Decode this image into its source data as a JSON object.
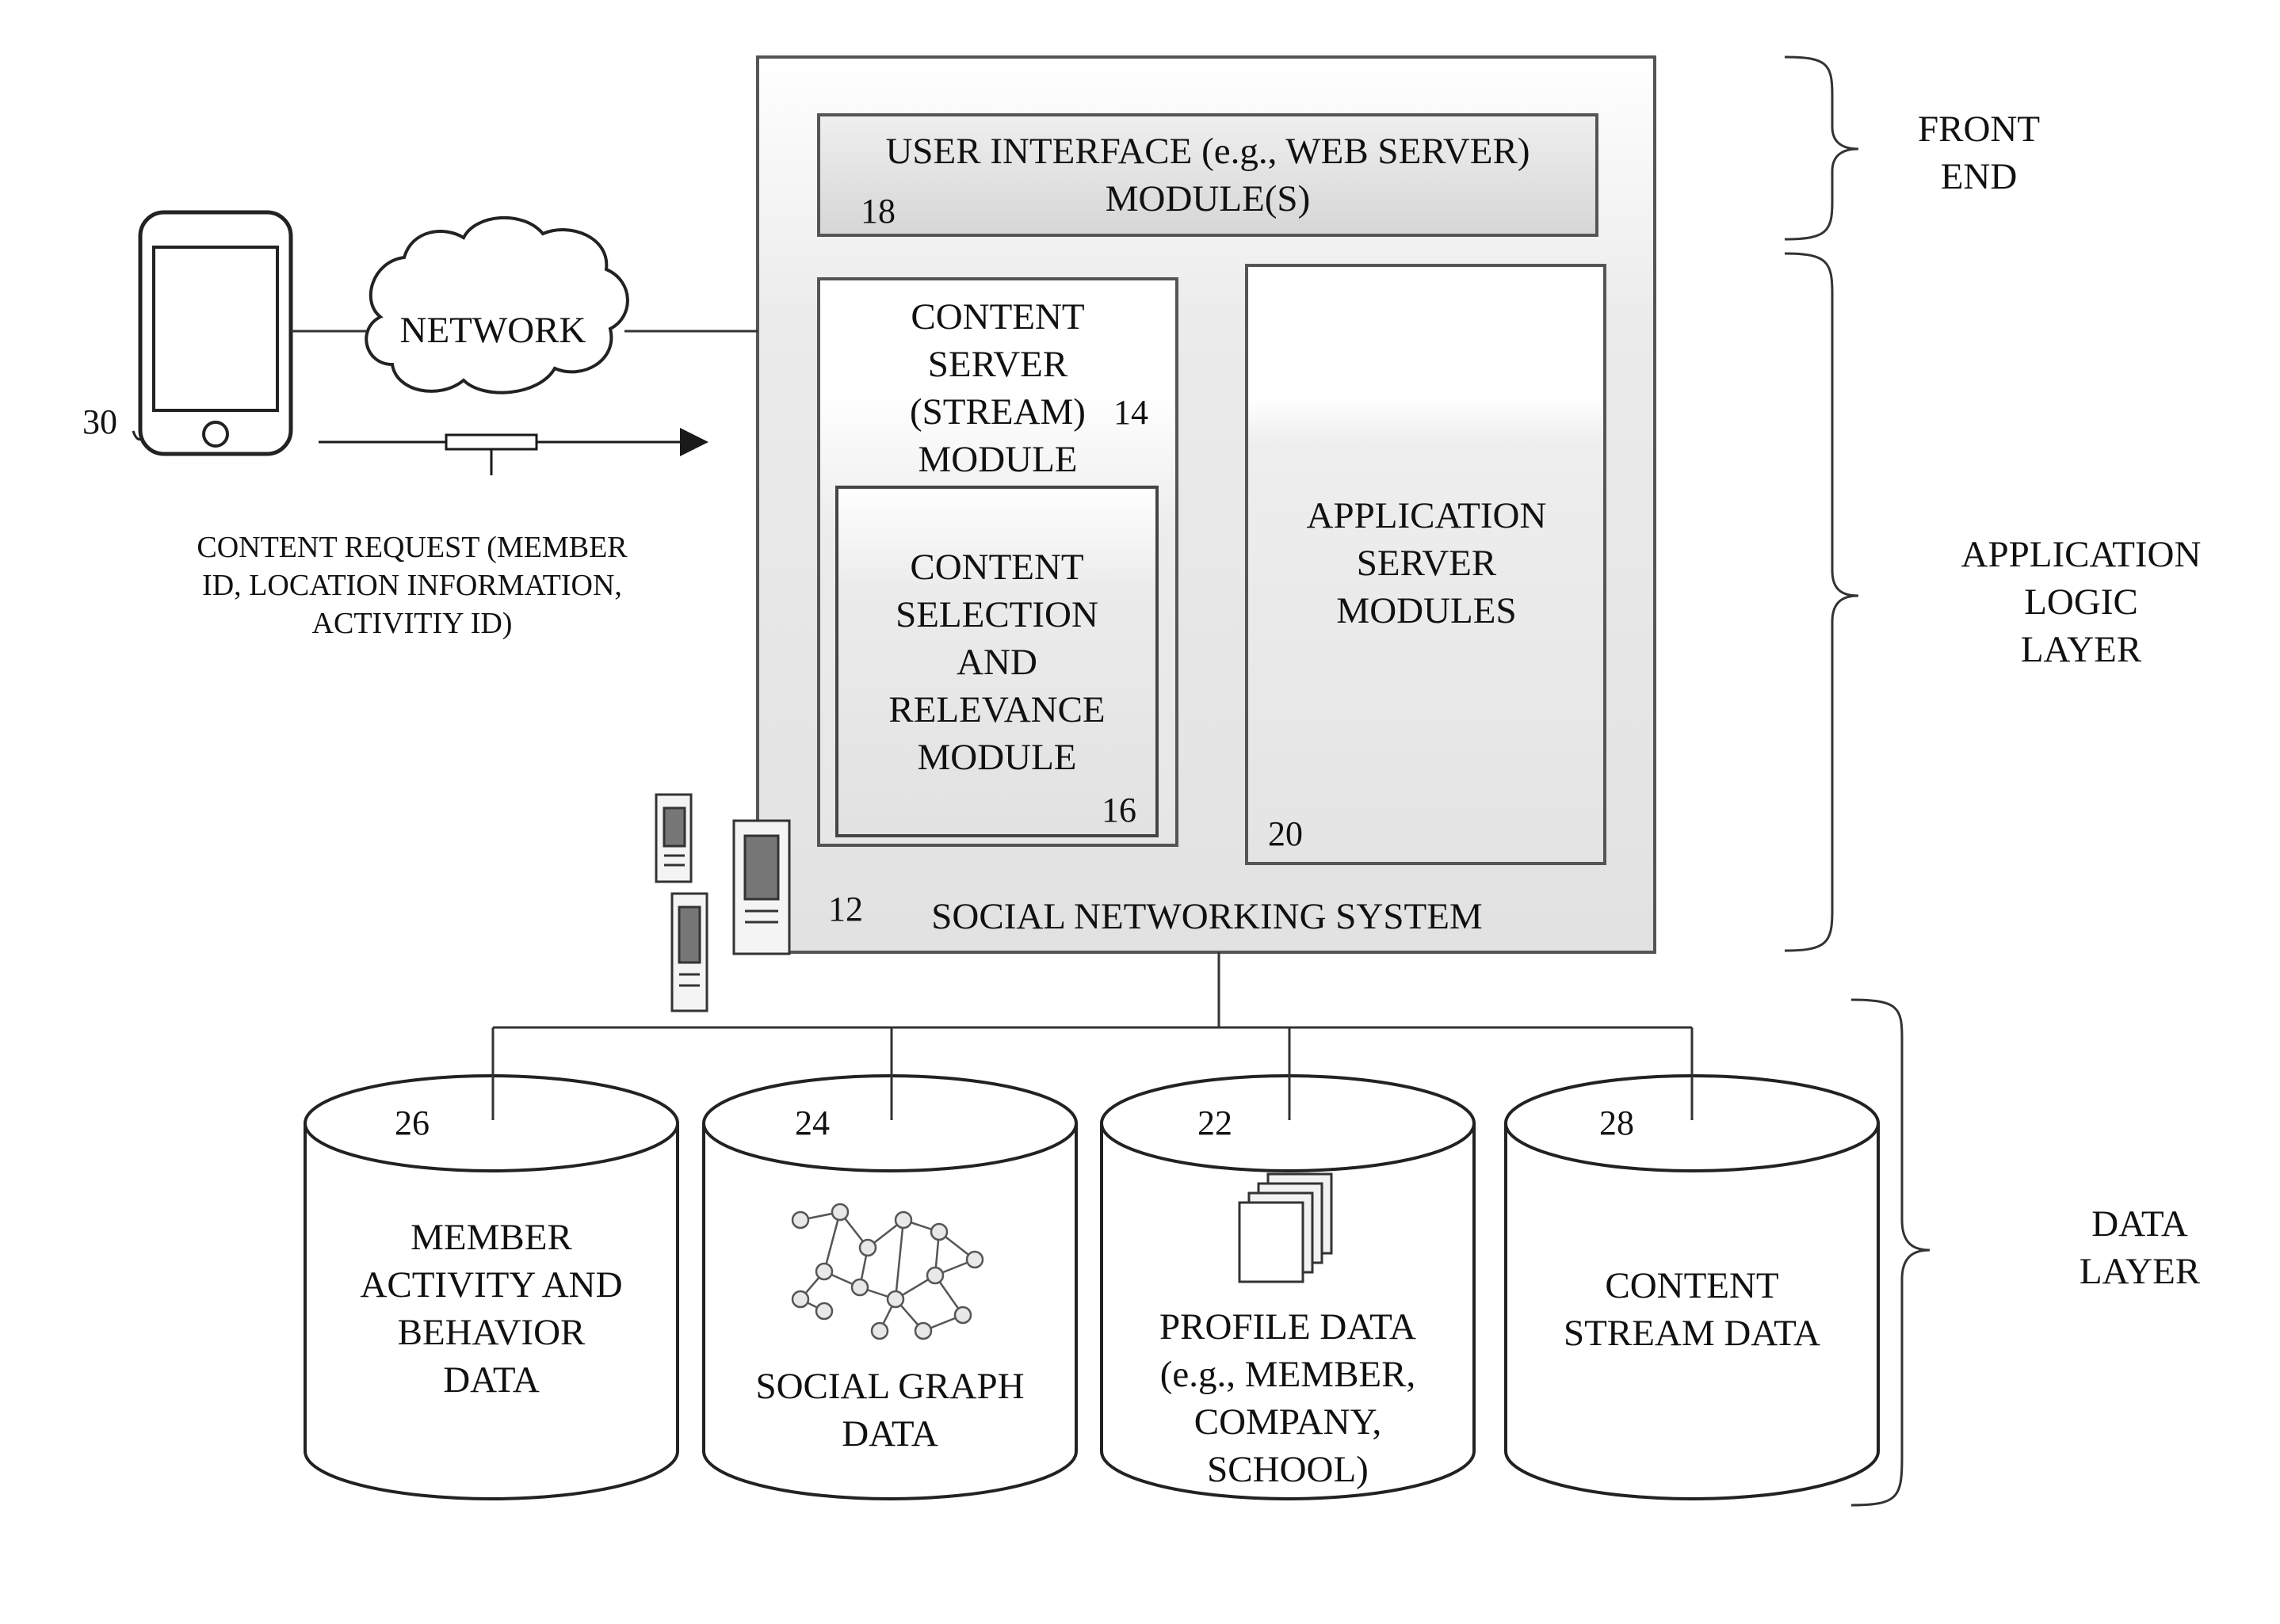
{
  "system": {
    "label": "SOCIAL NETWORKING SYSTEM",
    "ref": "12"
  },
  "ui_module": {
    "line1": "USER INTERFACE (e.g., WEB SERVER)",
    "line2": "MODULE(S)",
    "ref": "18"
  },
  "content_server": {
    "lines": [
      "CONTENT",
      "SERVER",
      "(STREAM)",
      "MODULE"
    ],
    "ref": "14"
  },
  "selection_module": {
    "lines": [
      "CONTENT",
      "SELECTION",
      "AND",
      "RELEVANCE",
      "MODULE"
    ],
    "ref": "16"
  },
  "app_server": {
    "lines": [
      "APPLICATION",
      "SERVER",
      "MODULES"
    ],
    "ref": "20"
  },
  "network": {
    "label": "NETWORK"
  },
  "device": {
    "ref": "30"
  },
  "request": {
    "lines": [
      "CONTENT REQUEST (MEMBER",
      "ID, LOCATION INFORMATION,",
      "ACTIVITIY ID)"
    ]
  },
  "layers": {
    "front_end": [
      "FRONT",
      "END"
    ],
    "app_logic": [
      "APPLICATION",
      "LOGIC",
      "LAYER"
    ],
    "data": [
      "DATA",
      "LAYER"
    ]
  },
  "databases": [
    {
      "ref": "26",
      "lines": [
        "MEMBER",
        "ACTIVITY AND",
        "BEHAVIOR",
        "DATA"
      ]
    },
    {
      "ref": "24",
      "lines": [
        "SOCIAL GRAPH",
        "DATA"
      ]
    },
    {
      "ref": "22",
      "lines": [
        "PROFILE DATA",
        "(e.g., MEMBER,",
        "COMPANY,",
        "SCHOOL)"
      ]
    },
    {
      "ref": "28",
      "lines": [
        "CONTENT",
        "STREAM DATA"
      ]
    }
  ],
  "colors": {
    "line": "#1a1a1a",
    "shade": "#d9d9d9",
    "panel": "#efefef"
  }
}
